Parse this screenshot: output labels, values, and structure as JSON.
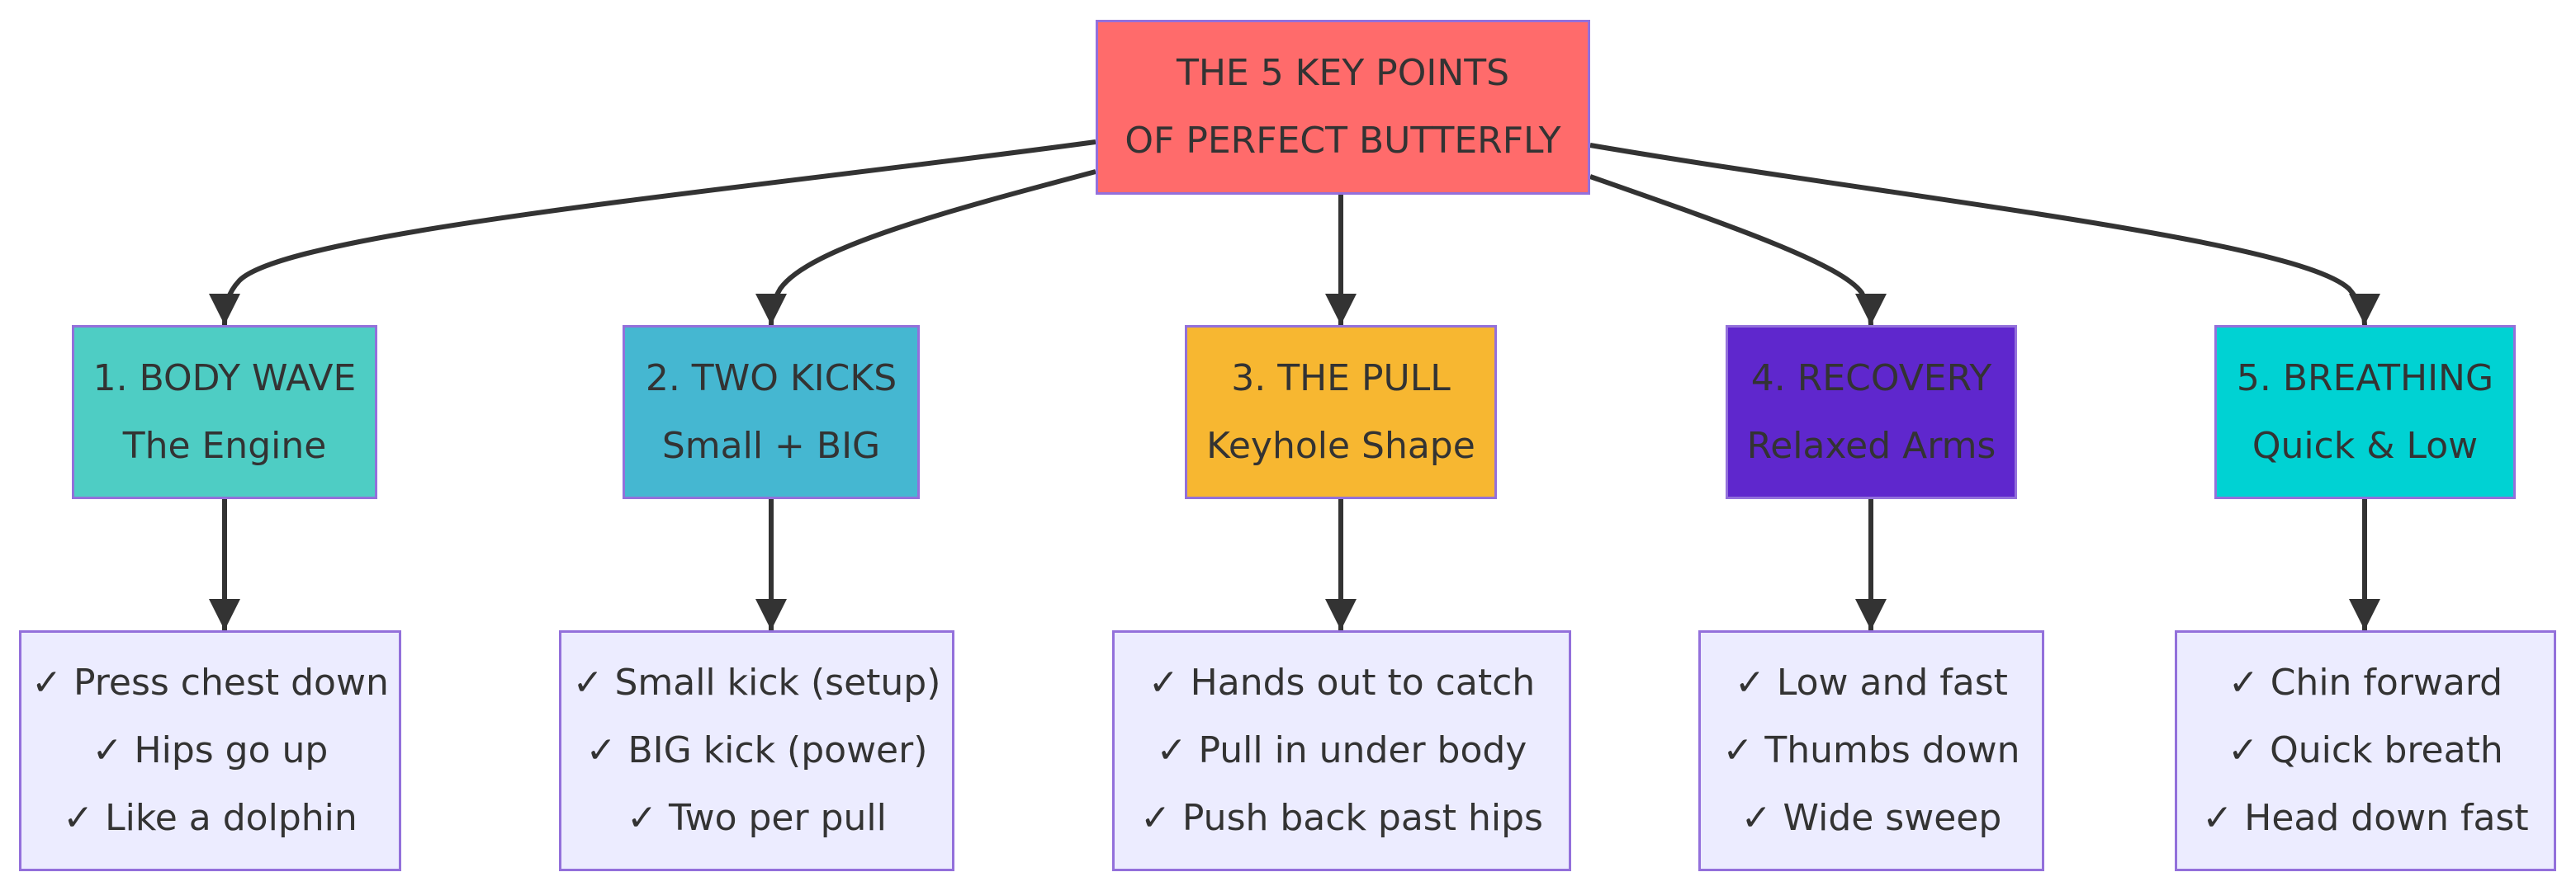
{
  "root": {
    "lines": [
      "THE 5 KEY POINTS",
      "OF PERFECT BUTTERFLY"
    ],
    "color": "#ff6b6b"
  },
  "points": [
    {
      "title": "1. BODY WAVE",
      "subtitle": "The Engine",
      "color": "#4ecdc4",
      "details": [
        "✓ Press chest down",
        "✓ Hips go up",
        "✓ Like a dolphin"
      ]
    },
    {
      "title": "2. TWO KICKS",
      "subtitle": "Small + BIG",
      "color": "#45b7d1",
      "details": [
        "✓ Small kick (setup)",
        "✓ BIG kick (power)",
        "✓ Two per pull"
      ]
    },
    {
      "title": "3. THE PULL",
      "subtitle": "Keyhole Shape",
      "color": "#f7b731",
      "details": [
        "✓ Hands out to catch",
        "✓ Pull in under body",
        "✓ Push back past hips"
      ]
    },
    {
      "title": "4. RECOVERY",
      "subtitle": "Relaxed Arms",
      "color": "#5f27cd",
      "details": [
        "✓ Low and fast",
        "✓ Thumbs down",
        "✓ Wide sweep"
      ]
    },
    {
      "title": "5. BREATHING",
      "subtitle": "Quick & Low",
      "color": "#00d2d3",
      "details": [
        "✓ Chin forward",
        "✓ Quick breath",
        "✓ Head down fast"
      ]
    }
  ],
  "theme": {
    "leaf_fill": "#ececff",
    "border": "#9370db",
    "edge": "#333333",
    "text": "#333333"
  }
}
